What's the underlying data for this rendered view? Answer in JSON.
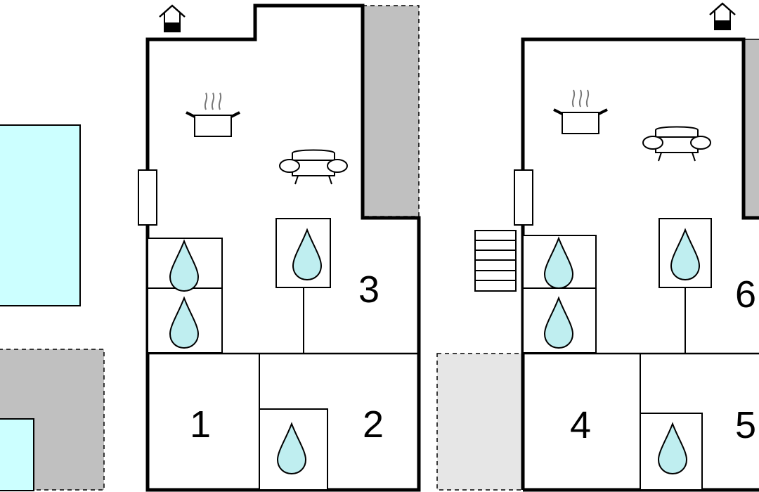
{
  "rooms": {
    "room_1": "1",
    "room_2": "2",
    "room_3": "3",
    "room_4": "4",
    "room_5": "5",
    "room_6": "6"
  },
  "icons": {
    "entrance": "house-entrance-icon",
    "kitchen": "cooking-pot-icon",
    "living": "sofa-icon",
    "bathroom": "water-drop-icon",
    "stairs": "stairs-icon"
  },
  "colors": {
    "pool": "#ccffff",
    "terrace": "#c0c0c0",
    "terrace_light": "#e6e6e6",
    "water_drop": "#bfeef0",
    "wall": "#000000"
  }
}
